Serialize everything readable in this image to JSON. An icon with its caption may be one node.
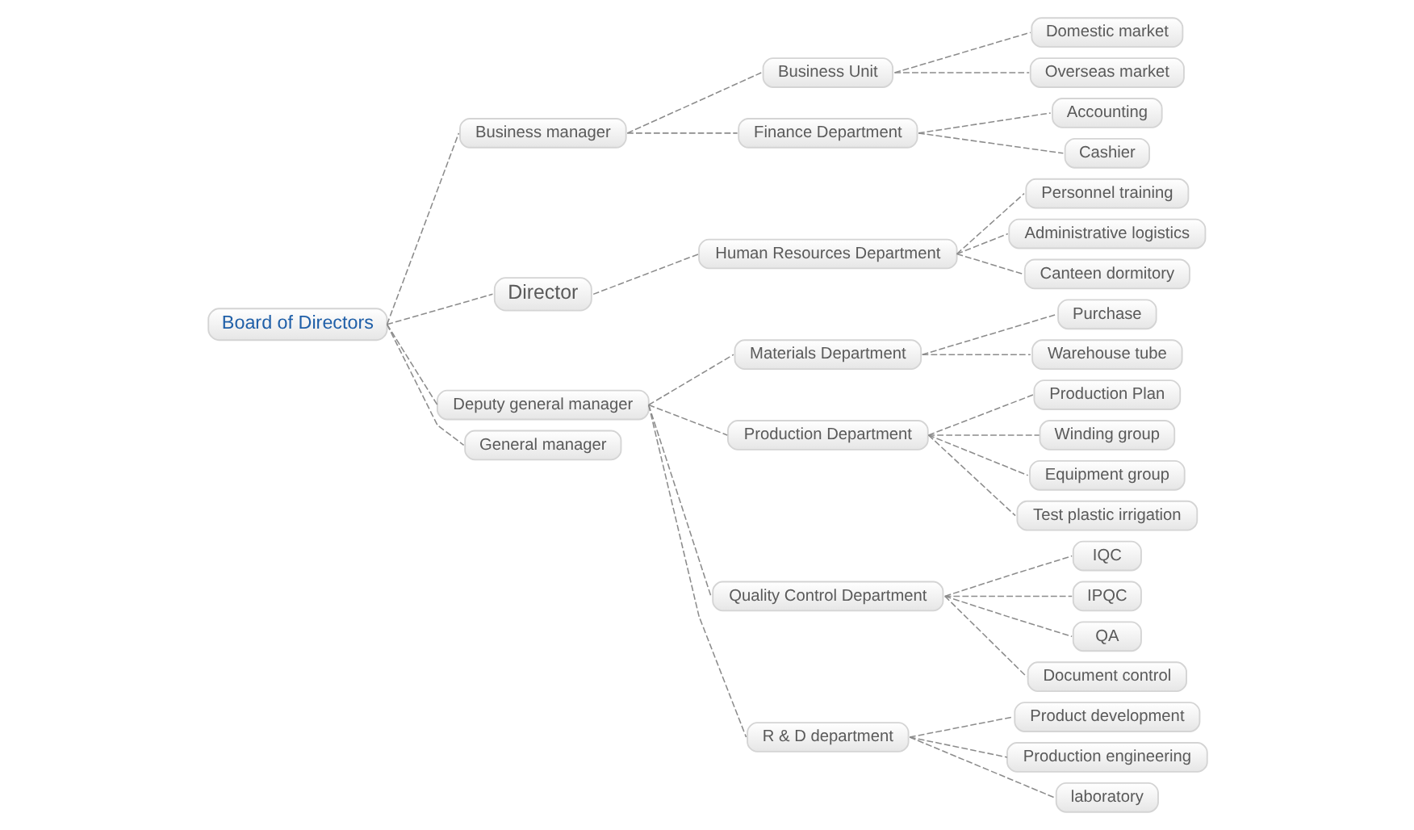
{
  "diagram": {
    "nodes": [
      {
        "text": [
          "Board of Directors"
        ]
      },
      {
        "text": [
          "Business manager"
        ]
      },
      {
        "text": [
          "Director"
        ]
      },
      {
        "text": [
          "Deputy general manager"
        ]
      },
      {
        "text": [
          "General manager"
        ]
      },
      {
        "text": [
          "Business Unit"
        ]
      },
      {
        "text": [
          "Finance Department"
        ]
      },
      {
        "text": [
          "Human Resources Department"
        ]
      },
      {
        "text": [
          "Materials Department"
        ]
      },
      {
        "text": [
          "Production Department"
        ]
      },
      {
        "text": [
          "Quality Control Department"
        ]
      },
      {
        "text": [
          "R & D department"
        ]
      },
      {
        "text": [
          "Domestic market"
        ]
      },
      {
        "text": [
          "Overseas market"
        ]
      },
      {
        "text": [
          "Accounting"
        ]
      },
      {
        "text": [
          "Cashier"
        ]
      },
      {
        "text": [
          "Personnel training"
        ]
      },
      {
        "text": [
          "Administrative logistics"
        ]
      },
      {
        "text": [
          "Canteen dormitory"
        ]
      },
      {
        "text": [
          "Purchase"
        ]
      },
      {
        "text": [
          "Warehouse tube"
        ]
      },
      {
        "text": [
          "Production Plan"
        ]
      },
      {
        "text": [
          "Winding group"
        ]
      },
      {
        "text": [
          "Equipment group"
        ]
      },
      {
        "text": [
          "Test plastic irrigation"
        ]
      },
      {
        "text": [
          "IQC"
        ]
      },
      {
        "text": [
          "IPQC"
        ]
      },
      {
        "text": [
          "QA"
        ]
      },
      {
        "text": [
          "Document control"
        ]
      },
      {
        "text": [
          "Product development"
        ]
      },
      {
        "text": [
          "Production engineering"
        ]
      },
      {
        "text": [
          "laboratory"
        ]
      }
    ],
    "edges": [
      {
        "from": 0,
        "to": 1,
        "arrow": "none",
        "style": "dashed"
      },
      {
        "from": 0,
        "to": 2,
        "arrow": "none",
        "style": "dashed"
      },
      {
        "from": 0,
        "to": 3,
        "arrow": "none",
        "style": "dashed"
      },
      {
        "from": 0,
        "to": 4,
        "arrow": "none",
        "style": "dashed"
      },
      {
        "from": 1,
        "to": 5,
        "arrow": "none",
        "style": "dashed"
      },
      {
        "from": 1,
        "to": 6,
        "arrow": "none",
        "style": "dashed"
      },
      {
        "from": 2,
        "to": 7,
        "arrow": "none",
        "style": "dashed"
      },
      {
        "from": 3,
        "to": 8,
        "arrow": "none",
        "style": "dashed"
      },
      {
        "from": 3,
        "to": 9,
        "arrow": "none",
        "style": "dashed"
      },
      {
        "from": 3,
        "to": 10,
        "arrow": "none",
        "style": "dashed"
      },
      {
        "from": 3,
        "to": 11,
        "arrow": "none",
        "style": "dashed"
      },
      {
        "from": 5,
        "to": 12,
        "arrow": "none",
        "style": "dashed"
      },
      {
        "from": 5,
        "to": 13,
        "arrow": "none",
        "style": "dashed"
      },
      {
        "from": 6,
        "to": 14,
        "arrow": "none",
        "style": "dashed"
      },
      {
        "from": 6,
        "to": 15,
        "arrow": "none",
        "style": "dashed"
      },
      {
        "from": 7,
        "to": 16,
        "arrow": "none",
        "style": "dashed"
      },
      {
        "from": 7,
        "to": 17,
        "arrow": "none",
        "style": "dashed"
      },
      {
        "from": 7,
        "to": 18,
        "arrow": "none",
        "style": "dashed"
      },
      {
        "from": 8,
        "to": 19,
        "arrow": "none",
        "style": "dashed"
      },
      {
        "from": 8,
        "to": 20,
        "arrow": "none",
        "style": "dashed"
      },
      {
        "from": 9,
        "to": 21,
        "arrow": "none",
        "style": "dashed"
      },
      {
        "from": 9,
        "to": 22,
        "arrow": "none",
        "style": "dashed"
      },
      {
        "from": 9,
        "to": 23,
        "arrow": "none",
        "style": "dashed"
      },
      {
        "from": 9,
        "to": 24,
        "arrow": "none",
        "style": "dashed"
      },
      {
        "from": 10,
        "to": 25,
        "arrow": "none",
        "style": "dashed"
      },
      {
        "from": 10,
        "to": 26,
        "arrow": "none",
        "style": "dashed"
      },
      {
        "from": 10,
        "to": 27,
        "arrow": "none",
        "style": "dashed"
      },
      {
        "from": 10,
        "to": 28,
        "arrow": "none",
        "style": "dashed"
      },
      {
        "from": 11,
        "to": 29,
        "arrow": "none",
        "style": "dashed"
      },
      {
        "from": 11,
        "to": 30,
        "arrow": "none",
        "style": "dashed"
      },
      {
        "from": 11,
        "to": 31,
        "arrow": "none",
        "style": "dashed"
      }
    ]
  }
}
